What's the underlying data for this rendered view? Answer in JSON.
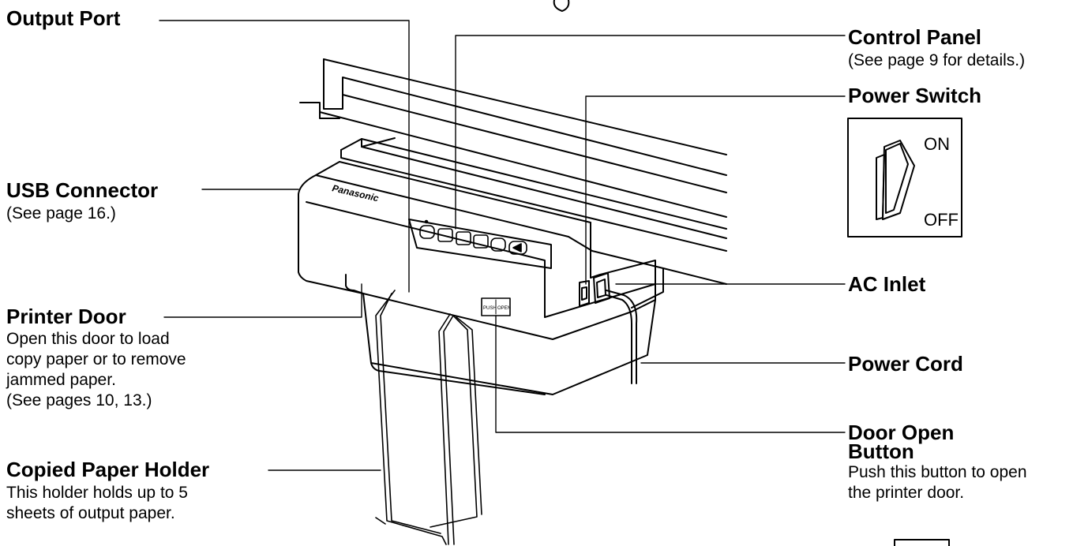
{
  "labels": {
    "output_port": "Output Port",
    "usb_connector": "USB Connector",
    "usb_connector_note": "(See page 16.)",
    "printer_door": "Printer Door",
    "printer_door_desc": [
      "Open this door to load",
      "copy paper or to remove",
      "jammed paper.",
      "(See pages 10, 13.)"
    ],
    "copied_paper_holder": "Copied Paper Holder",
    "copied_paper_holder_desc": [
      "This holder holds up to 5",
      "sheets of output paper."
    ],
    "control_panel": "Control Panel",
    "control_panel_note": "(See page 9 for details.)",
    "power_switch": "Power Switch",
    "ac_inlet": "AC Inlet",
    "power_cord": "Power Cord",
    "door_open_button": [
      "Door Open",
      "Button"
    ],
    "door_open_button_desc": [
      "Push this button to open",
      "the printer door."
    ]
  },
  "device": {
    "brand": "Panasonic",
    "push_open_label": [
      "PUSH",
      "OPEN"
    ]
  },
  "switch_inset": {
    "on": "ON",
    "off": "OFF"
  }
}
